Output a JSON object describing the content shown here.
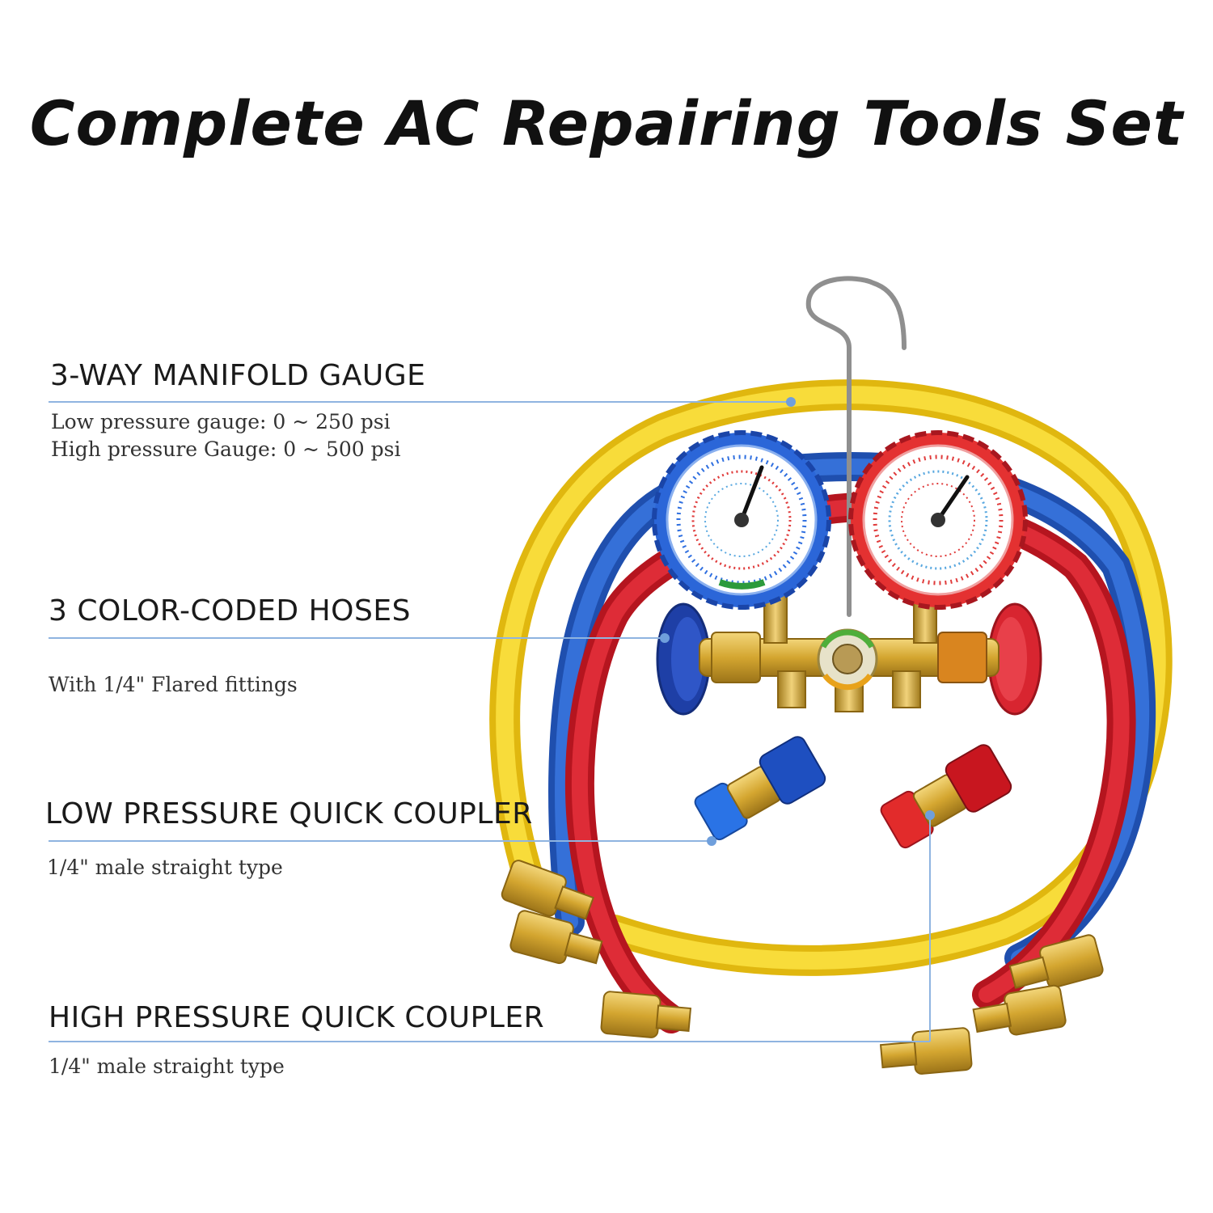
{
  "title": "Complete AC Repairing Tools Set",
  "callouts": [
    {
      "title": "3-WAY MANIFOLD GAUGE",
      "lines": [
        "Low pressure gauge: 0 ~ 250 psi",
        "High pressure Gauge: 0 ~ 500 psi"
      ]
    },
    {
      "title": "3 COLOR-CODED HOSES",
      "lines": [
        "With 1/4\" Flared fittings"
      ]
    },
    {
      "title": "LOW PRESSURE QUICK COUPLER",
      "lines": [
        "1/4\" male straight type"
      ]
    },
    {
      "title": "HIGH PRESSURE QUICK COUPLER",
      "lines": [
        "1/4\" male straight type"
      ]
    }
  ],
  "colors": {
    "hose_yellow": "#f5d21c",
    "hose_blue": "#2a5fc8",
    "hose_red": "#d7232f",
    "gauge_blue": "#2f6fe0",
    "gauge_red": "#e53131",
    "brass": "#d4a630",
    "leader_line": "#8fb4e0"
  },
  "icons": [
    "manifold-gauge-icon",
    "hose-icon",
    "quick-coupler-icon"
  ]
}
